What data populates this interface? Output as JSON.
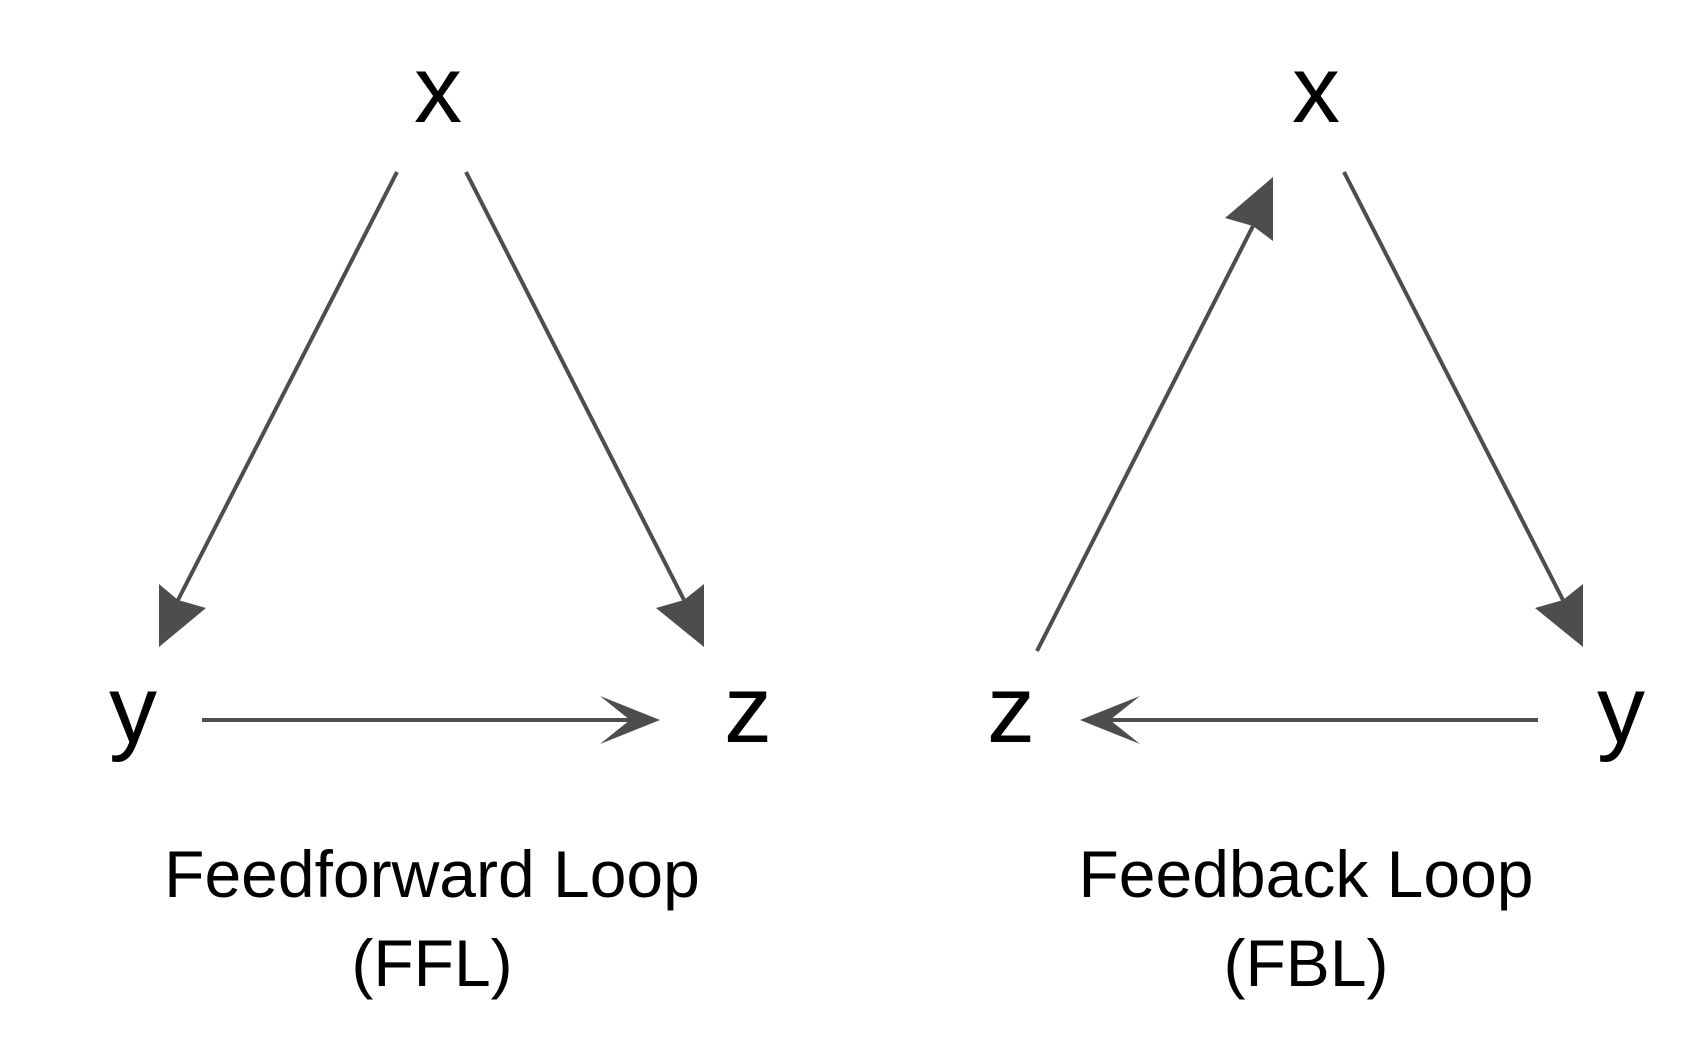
{
  "colors": {
    "edge": "#4d4d4d",
    "text": "#000000",
    "background": "#ffffff"
  },
  "ffl": {
    "node_x": "x",
    "node_y": "y",
    "node_z": "z",
    "caption_line1": "Feedforward Loop",
    "caption_line2": "(FFL)",
    "edges": [
      {
        "from": "x",
        "to": "y"
      },
      {
        "from": "x",
        "to": "z"
      },
      {
        "from": "y",
        "to": "z"
      }
    ]
  },
  "fbl": {
    "node_x": "x",
    "node_y": "y",
    "node_z": "z",
    "caption_line1": "Feedback Loop",
    "caption_line2": "(FBL)",
    "edges": [
      {
        "from": "x",
        "to": "y"
      },
      {
        "from": "y",
        "to": "z"
      },
      {
        "from": "z",
        "to": "x"
      }
    ]
  }
}
